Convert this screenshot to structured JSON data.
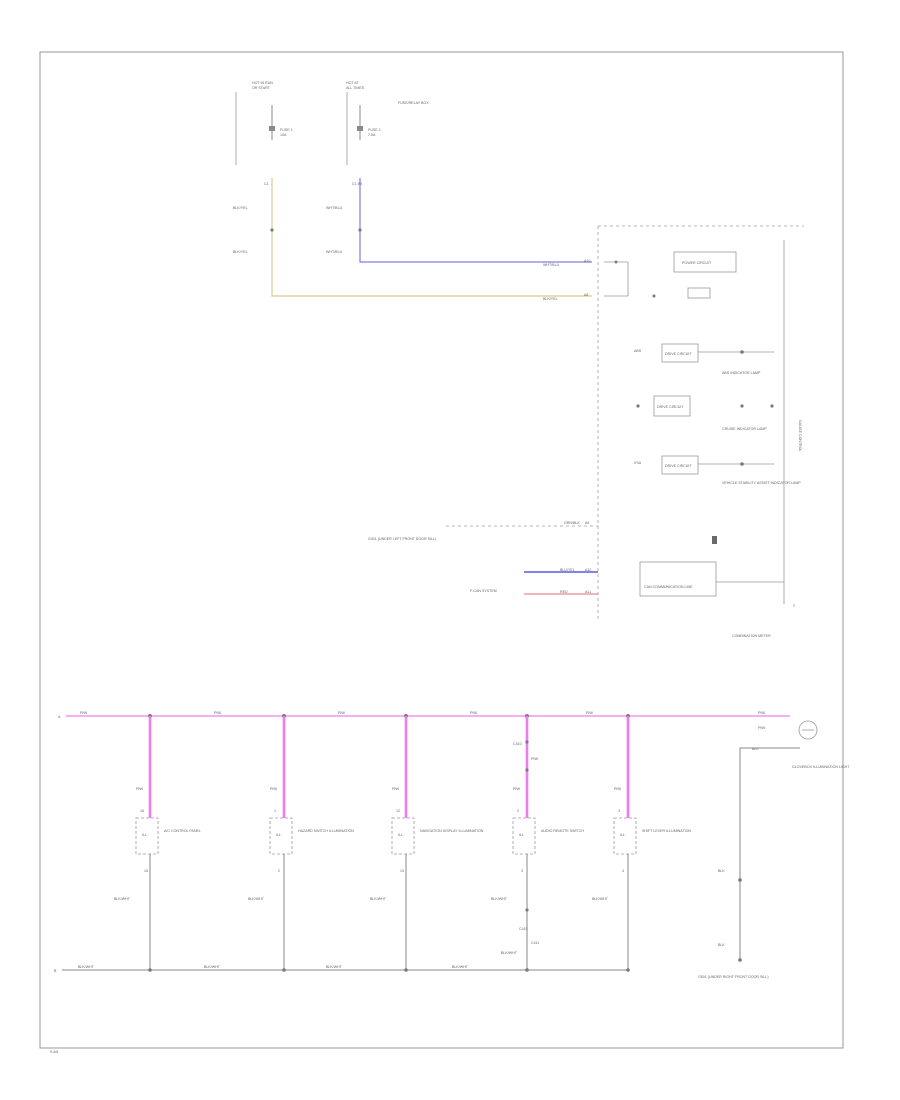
{
  "diagram": {
    "page_ref": "9-4/8",
    "colors": {
      "wire_tan": "#e2cf9f",
      "wire_blue": "#7b7fe6",
      "wire_navy": "#3b3bd8",
      "wire_red": "#e88b8b",
      "wire_pink": "#f07af0",
      "line_grey": "#8a8a8a",
      "frame": "#9a9a9a"
    },
    "top_fuses": [
      {
        "title": "HOT IN RUN",
        "subtitle": "OR START",
        "fuse": "FUSE 1",
        "rating": "10A",
        "wire_top": "BLK/YEL",
        "wire_mid": "BLK/YEL"
      },
      {
        "title": "HOT AT",
        "subtitle": "ALL TIMES",
        "fuse": "FUSE 2",
        "rating": "7.5A",
        "wire_top": "WHT/BLU",
        "wire_mid": "WHT/BLU"
      }
    ],
    "fuse_box_label": "FUSE/RELAY BOX",
    "gauge_ctrl_labels": [
      "GAUGE",
      "CONTROL"
    ],
    "gauge": {
      "title": "GAUGE CONTROL MODULE",
      "power_circuit": "POWER CIRCUIT",
      "inputs": [
        {
          "pin": "A10",
          "wire": "WHT/BLU"
        },
        {
          "pin": "A8",
          "wire": "BLK/YEL"
        }
      ],
      "drive_circuits": [
        {
          "title": "DRIVE CIRCUIT",
          "lamp": "ABS INDICATOR LAMP"
        },
        {
          "title": "DRIVE CIRCUIT",
          "lamp": "CRUISE INDICATOR LAMP"
        },
        {
          "title": "DRIVE CIRCUIT",
          "lamp": "VEHICLE STABILITY ASSIST INDICATOR LAMP"
        }
      ],
      "side_label": "GAUGE CONTROL",
      "ground_wire": "GRN/BLK",
      "ground_pin": "A5",
      "ground_label": "G401 (UNDER LEFT FRONT DOOR SILL)",
      "can_label": "CAN COMMUNICATION LINE",
      "can_wires": [
        {
          "wire": "BLU/YEL",
          "pin": "A12"
        },
        {
          "wire": "RED",
          "pin": "A11"
        }
      ],
      "can_source": "F-CAN SYSTEM",
      "box_label": "COMBINATION METER"
    },
    "bus": {
      "label": "A",
      "wire": "PNK",
      "segment_labels": [
        "PNK",
        "PNK",
        "PNK",
        "PNK",
        "PNK",
        "PNK"
      ]
    },
    "ground_bus": {
      "label": "B",
      "segment_labels": [
        "BLK/WHT",
        "BLK/WHT",
        "BLK/WHT",
        "BLK/WHT"
      ]
    },
    "switches": [
      {
        "name": "A/C CONTROL PANEL",
        "wire_top": "PNK",
        "wire_bottom": "BLK/WHT",
        "pin_top": "16",
        "pin_bottom": "15"
      },
      {
        "name": "HAZARD SWITCH ILLUMINATION",
        "wire_top": "PNK",
        "wire_bottom": "BLK/WHT",
        "pin_top": "1",
        "pin_bottom": "2"
      },
      {
        "name": "NAVIGATION DISPLAY ILLUMINATION",
        "wire_top": "PNK",
        "wire_bottom": "BLK/WHT",
        "pin_top": "12",
        "pin_bottom": "13"
      },
      {
        "name": "AUDIO REMOTE SWITCH",
        "wire_top": "PNK",
        "wire_bottom": "BLK/WHT",
        "pin_top": "2",
        "pin_bottom": "3",
        "extra": [
          "C410",
          "PNK",
          "C410",
          "C411"
        ]
      },
      {
        "name": "SHIFT LEVER ILLUMINATION",
        "wire_top": "PNK",
        "wire_bottom": "BLK/WHT",
        "pin_top": "3",
        "pin_bottom": "4"
      }
    ],
    "bulb": {
      "wire_top": "PNK",
      "wire_bottom": "BLK",
      "name": "GLOVEBOX ILLUMINATION LIGHT",
      "ground_pin": "BLK",
      "ground_label": "G501 (UNDER RIGHT FRONT DOOR SILL)"
    }
  }
}
